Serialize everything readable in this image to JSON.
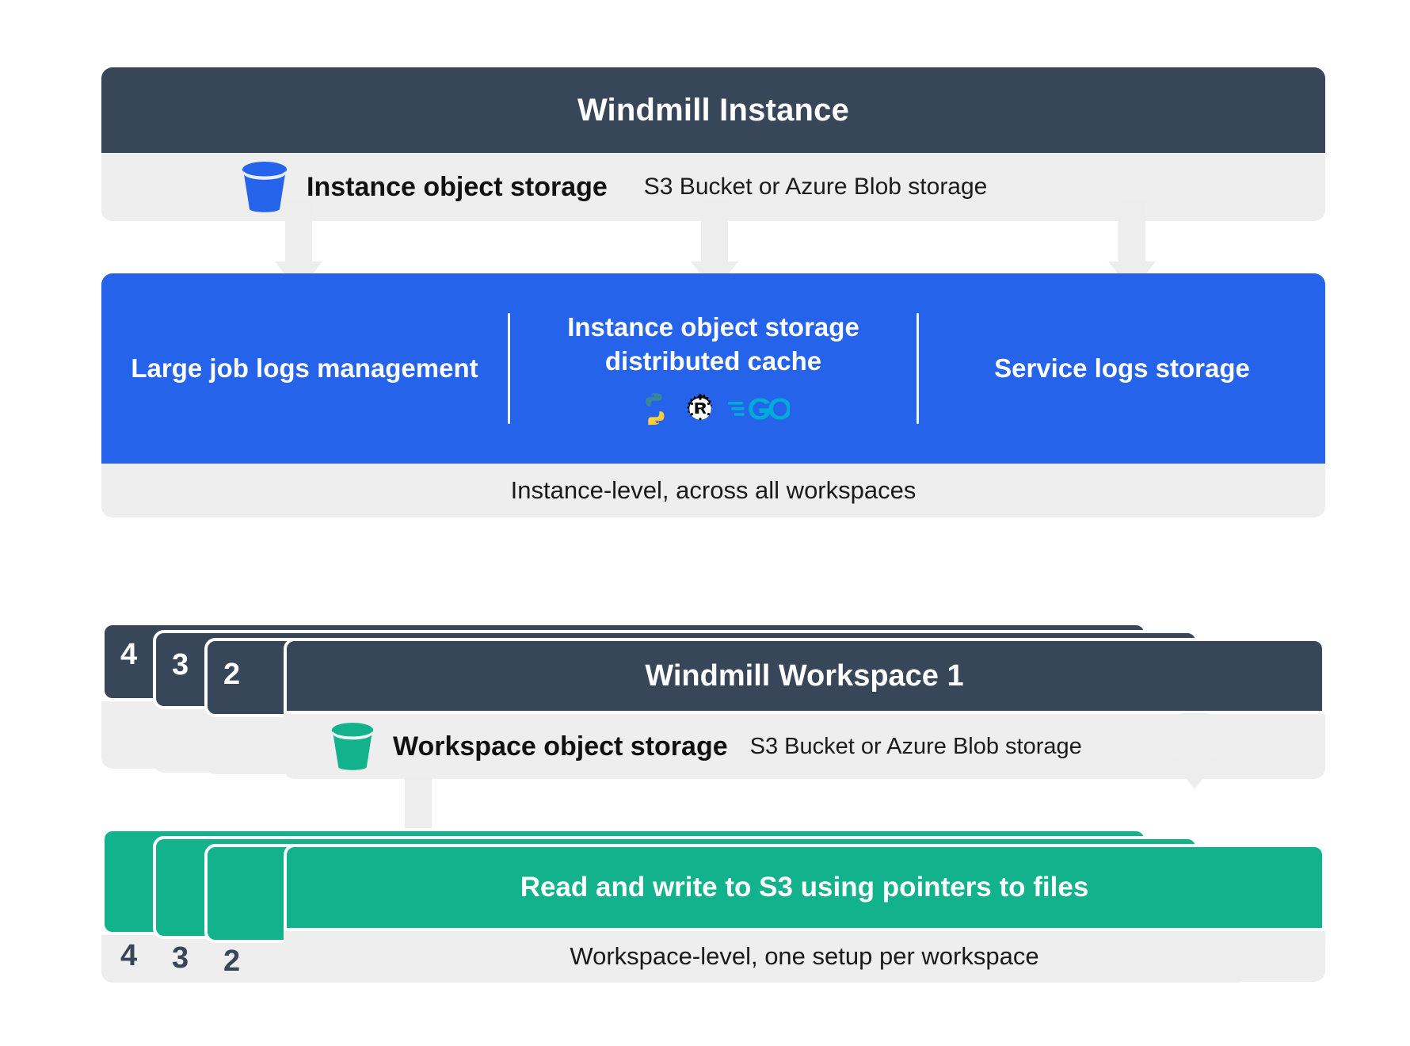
{
  "instance": {
    "title": "Windmill Instance",
    "storage_label": "Instance object storage",
    "storage_sub": "S3 Bucket or Azure Blob storage",
    "bucket_icon": "bucket-icon",
    "bucket_color": "#2563eb",
    "columns": [
      {
        "title": "Large job logs management"
      },
      {
        "title": "Instance object storage distributed cache"
      },
      {
        "title": "Service logs storage"
      }
    ],
    "languages": [
      "python-icon",
      "rust-icon",
      "go-icon"
    ],
    "footer": "Instance-level, across all workspaces"
  },
  "workspace": {
    "title": "Windmill Workspace 1",
    "storage_label": "Workspace object storage",
    "storage_sub": "S3 Bucket or Azure Blob storage",
    "bucket_icon": "bucket-icon",
    "bucket_color": "#12b28c",
    "stack_numbers": [
      "4",
      "3",
      "2"
    ],
    "green_title": "Read and write to S3 using pointers to files",
    "green_footer": "Workspace-level, one setup per workspace"
  },
  "colors": {
    "dark": "#374659",
    "blue": "#2563eb",
    "green": "#12b28c",
    "grey": "#eeeeee",
    "arrow": "#ededed",
    "white": "#ffffff"
  }
}
